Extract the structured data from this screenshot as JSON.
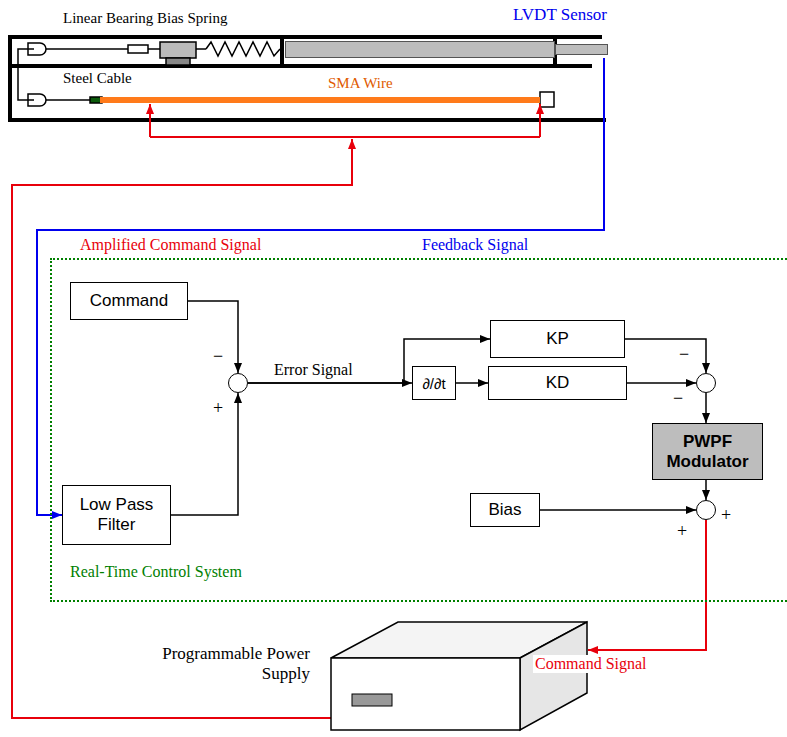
{
  "diagram": {
    "nodes": [
      {
        "text": [
          "LVDT Sensor"
        ]
      },
      {
        "text": [
          "SMA Wire"
        ]
      },
      {
        "text": [
          "Real-Time Control System"
        ]
      },
      {
        "text": [
          "Command"
        ],
        "in": 2
      },
      {
        "text": [
          "−",
          "+"
        ],
        "in": 2
      },
      {
        "text": [
          "KP"
        ],
        "in": 2
      },
      {
        "text": [
          "∂/∂t"
        ],
        "in": 2
      },
      {
        "text": [
          "KD"
        ],
        "in": 2
      },
      {
        "text": [
          "−",
          "−"
        ],
        "in": 2
      },
      {
        "text": [
          "PWPF Modulator"
        ],
        "in": 2
      },
      {
        "text": [
          "Low Pass Filter"
        ],
        "in": 2
      },
      {
        "text": [
          "Bias"
        ],
        "in": 2
      },
      {
        "text": [
          "+",
          "+"
        ],
        "in": 2
      },
      {
        "text": [
          "Programmable Power Supply"
        ]
      }
    ],
    "edges": [
      {
        "from": 3,
        "to": 4,
        "arrow": "to"
      },
      {
        "from": 10,
        "to": 4,
        "arrow": "to"
      },
      {
        "from": 4,
        "to": 5,
        "label": "Error Signal",
        "arrow": "to"
      },
      {
        "from": 4,
        "to": 6,
        "arrow": "to"
      },
      {
        "from": 6,
        "to": 7,
        "arrow": "to"
      },
      {
        "from": 5,
        "to": 8,
        "arrow": "to"
      },
      {
        "from": 7,
        "to": 8,
        "arrow": "to"
      },
      {
        "from": 8,
        "to": 9,
        "arrow": "to"
      },
      {
        "from": 9,
        "to": 12,
        "arrow": "to"
      },
      {
        "from": 11,
        "to": 12,
        "arrow": "to"
      },
      {
        "from": 12,
        "to": 13,
        "label": "Command Signal",
        "arrow": "to"
      },
      {
        "from": 0,
        "to": 10,
        "label": "Feedback Signal",
        "arrow": "to"
      },
      {
        "from": 13,
        "to": 1,
        "label": "Amplified Command Signal",
        "arrow": "to"
      }
    ],
    "labels": [
      "Linear Bearing",
      "Bias Spring",
      "Steel Cable"
    ]
  }
}
